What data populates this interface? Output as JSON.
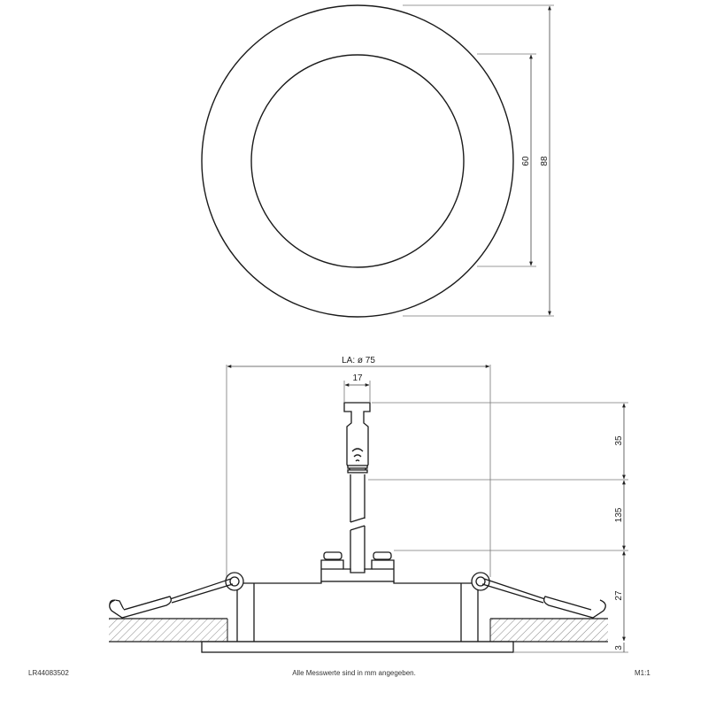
{
  "top_view": {
    "outer_diameter_label": "88",
    "inner_diameter_label": "60"
  },
  "side_view": {
    "cutout_label": "LA: ø 75",
    "connector_width_label": "17",
    "heights": [
      {
        "label": "35"
      },
      {
        "label": "135"
      },
      {
        "label": "27"
      },
      {
        "label": "3"
      }
    ]
  },
  "footer": {
    "article_number": "LR44083502",
    "note": "Alle Messwerte sind in mm angegeben.",
    "scale": "M1:1"
  },
  "colors": {
    "line": "#1a1a1a",
    "dimension_line": "#666666",
    "hatch": "#888888"
  }
}
